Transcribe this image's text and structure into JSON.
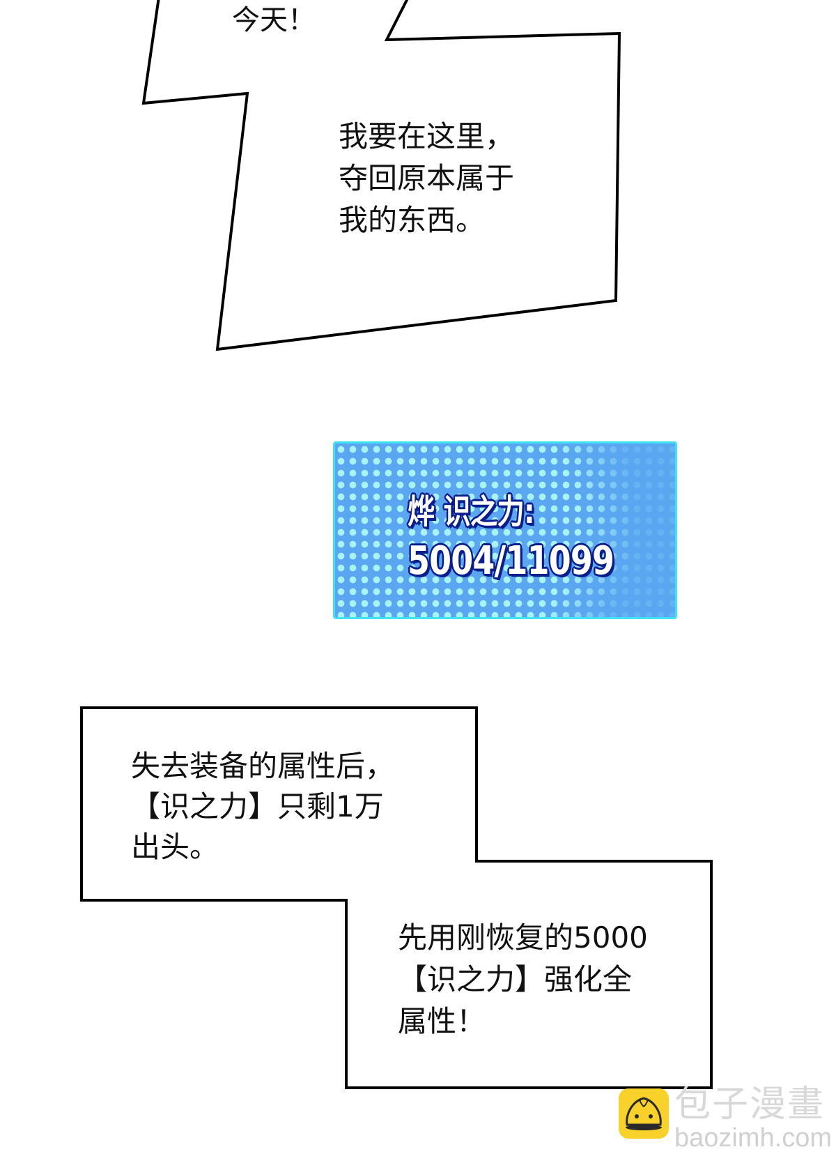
{
  "panels": {
    "top_bubble": {
      "overflow_text": "今天！",
      "lines": [
        "我要在这里，",
        "夺回原本属于",
        "我的东西。"
      ]
    },
    "status_panel": {
      "label": "烨 识之力:",
      "value": "5004/11099",
      "colors": {
        "background": "#5ba6f1",
        "dots": "#a8f3f8",
        "border": "#3fe3f2",
        "text": "#ffffff",
        "text_outline": "#0c1e8e"
      }
    },
    "narration_box_1": {
      "lines": [
        "失去装备的属性后，",
        "【识之力】只剩1万",
        "出头。"
      ]
    },
    "narration_box_2": {
      "lines": [
        "先用刚恢复的5000",
        "【识之力】强化全",
        "属性！"
      ]
    }
  },
  "watermark": {
    "icon": "baozi-bun-icon",
    "title": "包子漫畫",
    "url": "baozimh.com",
    "icon_color": "#f8d12a"
  }
}
